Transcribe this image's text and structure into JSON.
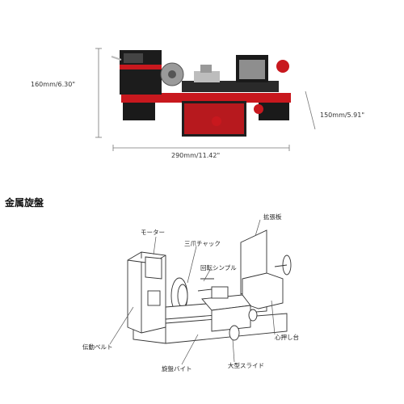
{
  "top_figure": {
    "height_label": "160mm/6.30\"",
    "length_label": "290mm/11.42\"",
    "depth_label": "150mm/5.91\""
  },
  "section": {
    "heading": "金属旋盤"
  },
  "callouts": {
    "motor": "モーター",
    "chuck": "三爪チャック",
    "extension_plate": "拡張板",
    "spindle": "回転シンプル",
    "belt": "伝動ベルト",
    "tailstock": "心押し台",
    "tool": "旋盤バイト",
    "slide": "大型スライド"
  },
  "colors": {
    "accent_red": "#c8181e",
    "body_black": "#1a1a1a",
    "line_gray": "#777777"
  }
}
